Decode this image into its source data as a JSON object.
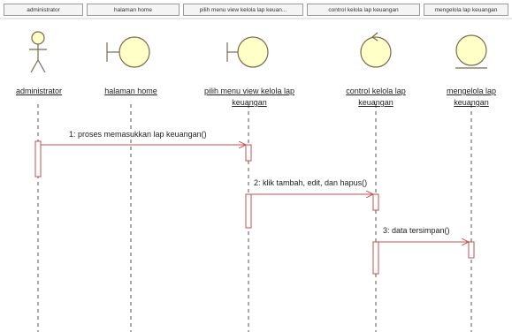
{
  "header_tabs": [
    {
      "label": "administrator"
    },
    {
      "label": "halaman home"
    },
    {
      "label": "pilih menu view kelola lap keuan..."
    },
    {
      "label": "control kelola lap keuangan"
    },
    {
      "label": "mengelola lap keuangan"
    }
  ],
  "objects": [
    {
      "type": "actor",
      "label": "administrator"
    },
    {
      "type": "boundary",
      "label": "halaman home"
    },
    {
      "type": "boundary",
      "label": "pilih menu view kelola lap keuangan"
    },
    {
      "type": "control",
      "label": "control kelola lap keuangan"
    },
    {
      "type": "entity",
      "label": "mengelola lap keuangan"
    }
  ],
  "messages": [
    {
      "label": "1: proses memasukkan lap keuangan()"
    },
    {
      "label": "2: klik tambah, edit, dan hapus()"
    },
    {
      "label": "3: data tersimpan()"
    }
  ],
  "colors": {
    "object_fill": "#ffffc8",
    "object_stroke": "#7a6a50",
    "arrow": "#c0504d",
    "lifeline": "#555555"
  }
}
